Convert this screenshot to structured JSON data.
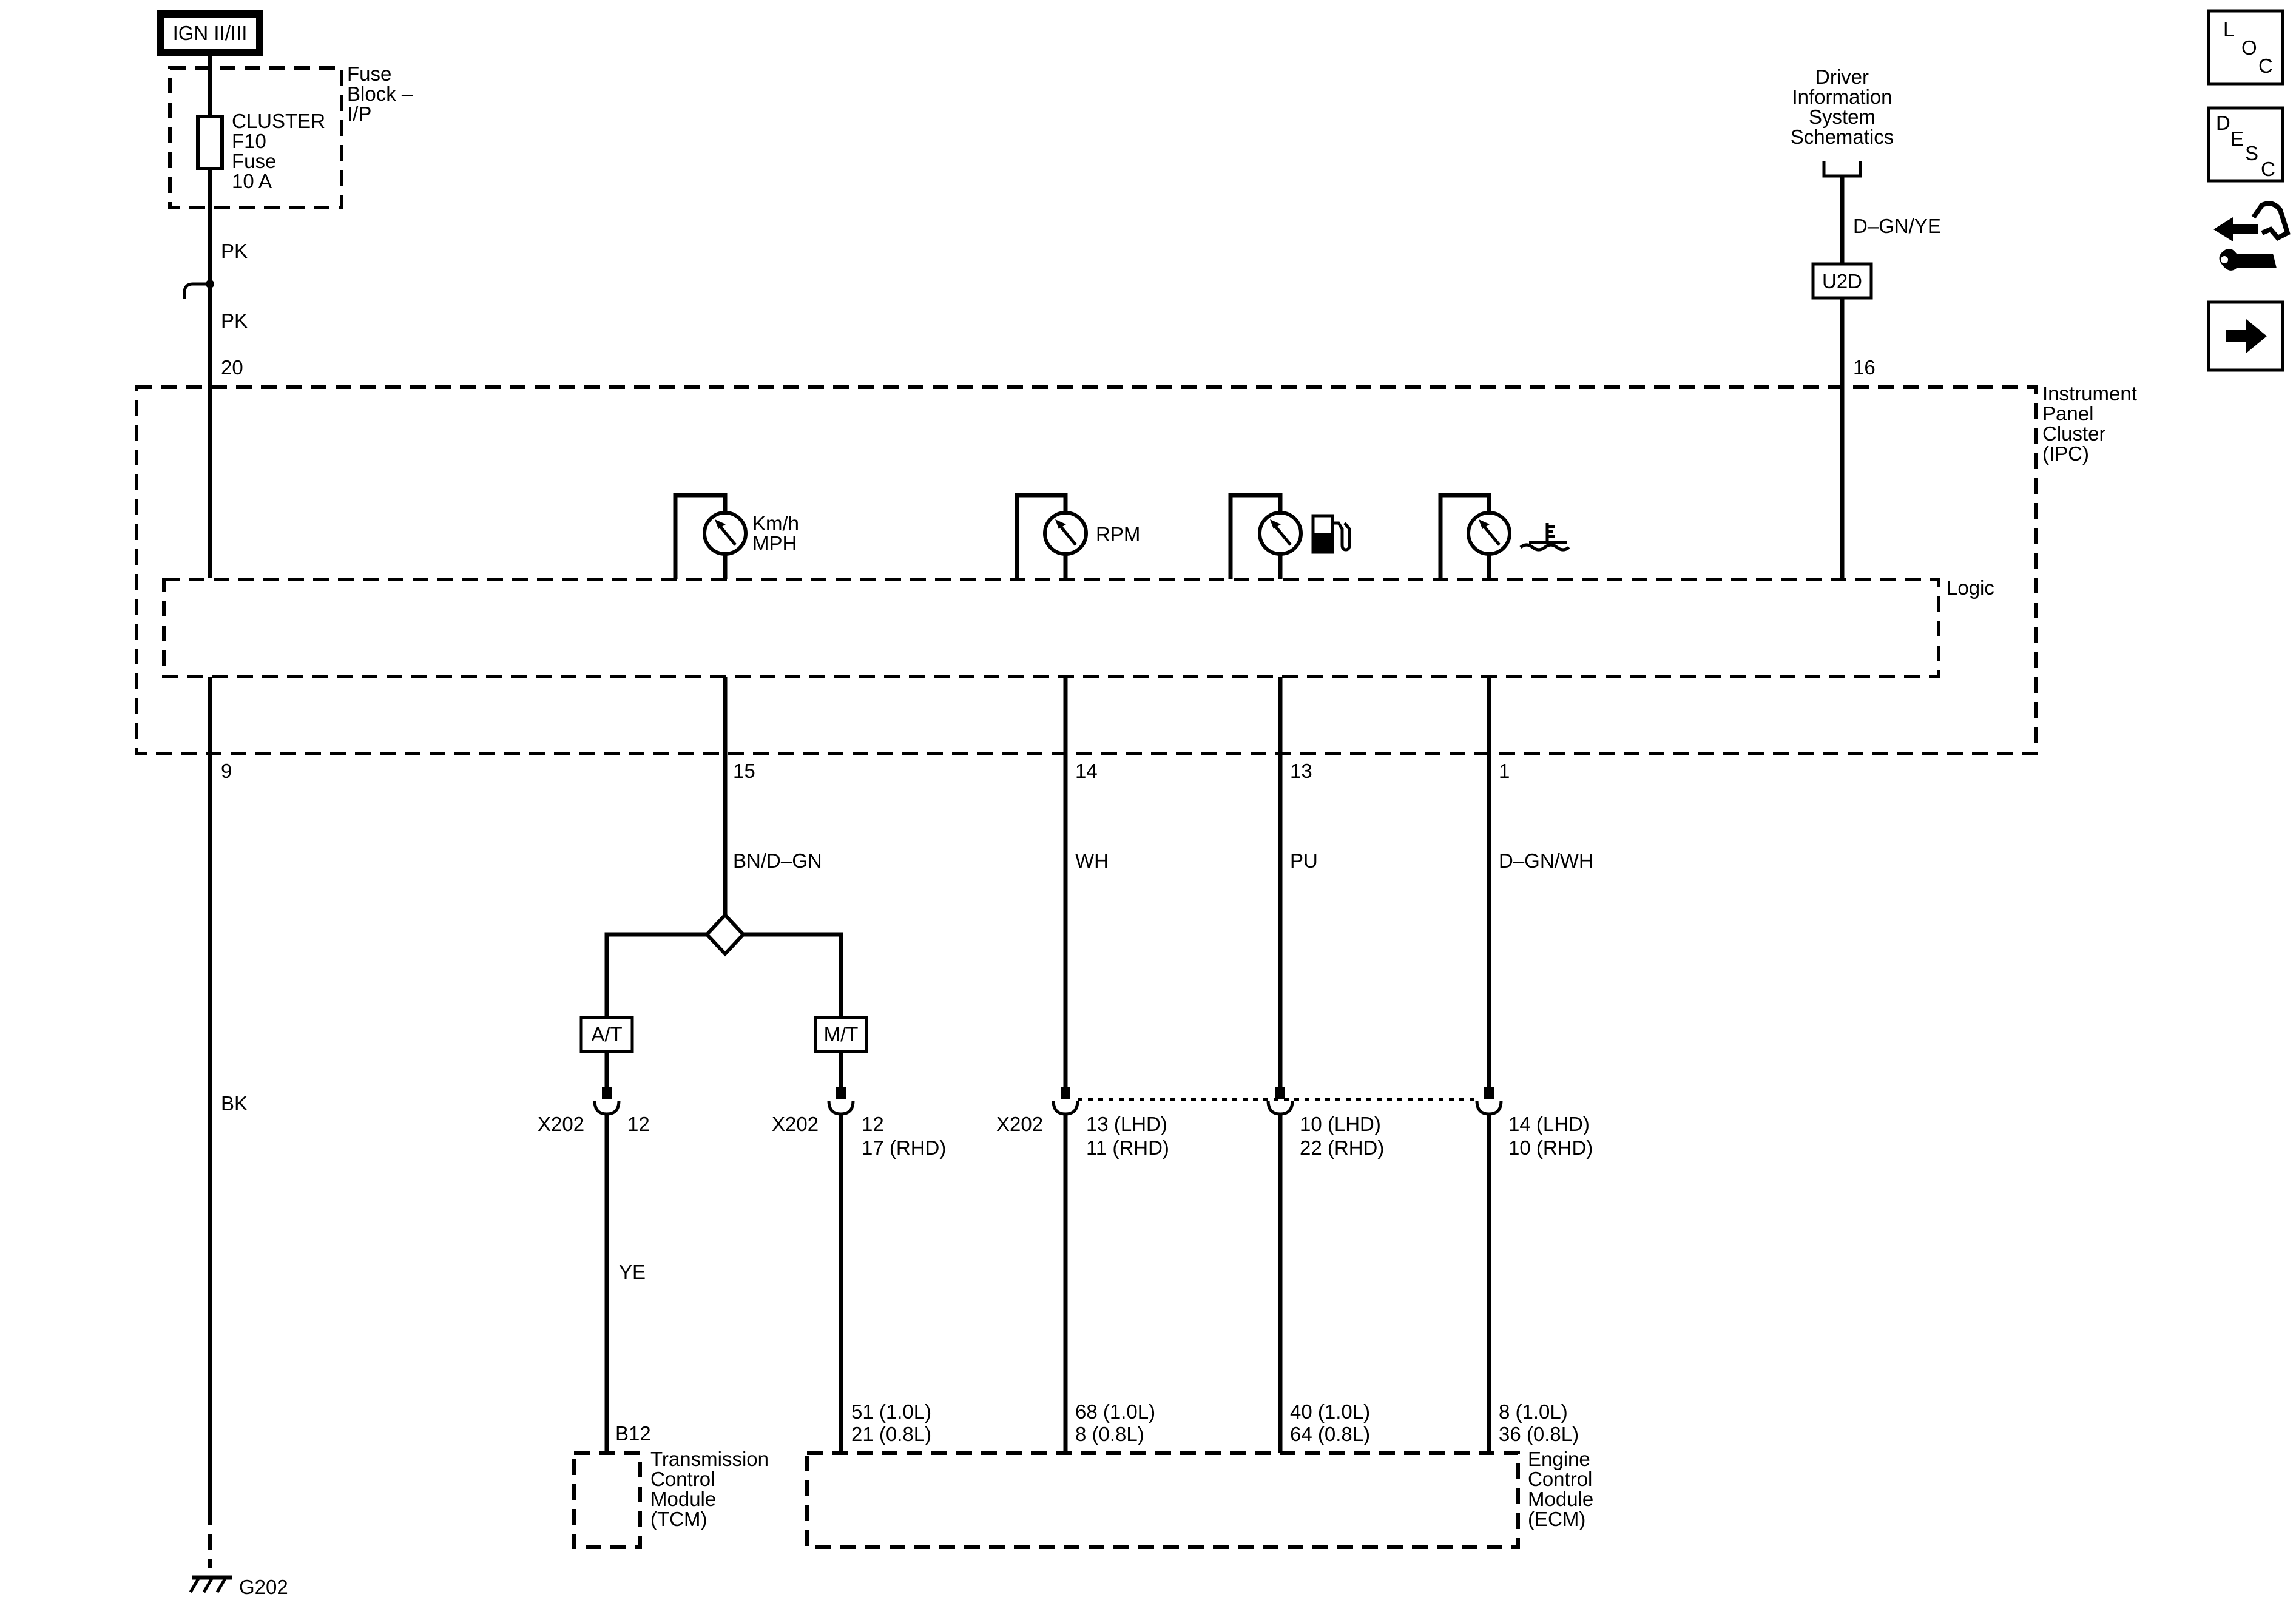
{
  "power": {
    "ign_label": "IGN II/III",
    "fuse_block_label": [
      "Fuse",
      "Block –",
      "I/P"
    ],
    "fuse_label": [
      "CLUSTER",
      "F10",
      "Fuse",
      "10 A"
    ]
  },
  "ipc": {
    "label": [
      "Instrument",
      "Panel",
      "Cluster",
      "(IPC)"
    ],
    "logic_label": "Logic",
    "speed_label": [
      "Km/h",
      "MPH"
    ],
    "rpm_label": "RPM"
  },
  "dis": {
    "label": [
      "Driver",
      "Information",
      "System",
      "Schematics"
    ],
    "wire_color": "D–GN/YE",
    "connector": "U2D",
    "pin": "16"
  },
  "wires": {
    "pk_top": "PK",
    "pk_bottom": "PK",
    "pin_20": "20",
    "pin_9": "9",
    "bk": "BK",
    "ground": "G202",
    "pin_15": "15",
    "bn_dgn": "BN/D–GN",
    "pin_14": "14",
    "wh": "WH",
    "pin_13": "13",
    "pu": "PU",
    "pin_1": "1",
    "dgn_wh": "D–GN/WH",
    "at": "A/T",
    "mt": "M/T",
    "ye": "YE"
  },
  "connectors": {
    "x202_at": "X202",
    "x202_at_pin": "12",
    "x202_mt": "X202",
    "x202_mt_pin": [
      "12",
      "17 (RHD)"
    ],
    "x202_wh": "X202",
    "x202_wh_pin": [
      "13 (LHD)",
      "11 (RHD)"
    ],
    "x202_pu_pin": [
      "10 (LHD)",
      "22 (RHD)"
    ],
    "x202_dgn_pin": [
      "14 (LHD)",
      "10 (RHD)"
    ]
  },
  "modules": {
    "tcm_pin": "B12",
    "tcm_label": [
      "Transmission",
      "Control",
      "Module",
      "(TCM)"
    ],
    "ecm_pin_mt": [
      "51 (1.0L)",
      "21 (0.8L)"
    ],
    "ecm_pin_wh": [
      "68 (1.0L)",
      "8 (0.8L)"
    ],
    "ecm_pin_pu": [
      "40 (1.0L)",
      "64 (0.8L)"
    ],
    "ecm_pin_dgn": [
      "8 (1.0L)",
      "36 (0.8L)"
    ],
    "ecm_label": [
      "Engine",
      "Control",
      "Module",
      "(ECM)"
    ]
  },
  "nav": {
    "loc": [
      "L",
      "O",
      "C"
    ],
    "desc": [
      "D",
      "E",
      "S",
      "C"
    ],
    "icons": [
      "loc-button-icon",
      "desc-button-icon",
      "connector-repair-icon",
      "next-arrow-icon"
    ]
  }
}
